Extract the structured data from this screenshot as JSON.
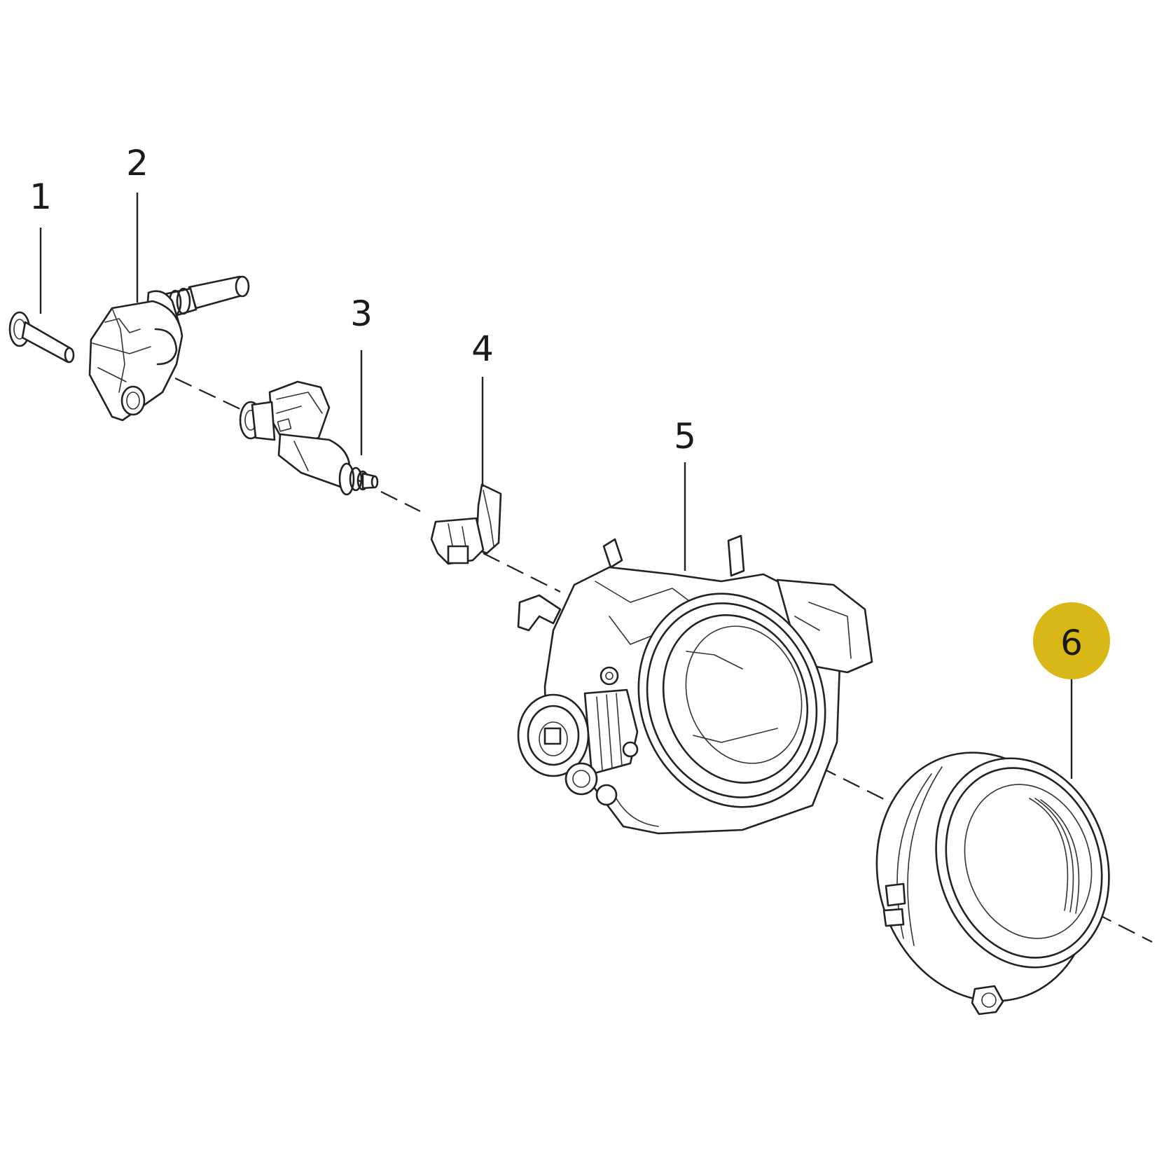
{
  "diagram": {
    "callouts": [
      {
        "id": "1",
        "label": "1",
        "highlighted": false
      },
      {
        "id": "2",
        "label": "2",
        "highlighted": false
      },
      {
        "id": "3",
        "label": "3",
        "highlighted": false
      },
      {
        "id": "4",
        "label": "4",
        "highlighted": false
      },
      {
        "id": "5",
        "label": "5",
        "highlighted": false
      },
      {
        "id": "6",
        "label": "6",
        "highlighted": true
      }
    ],
    "colors": {
      "highlight": "#d8b716",
      "line": "#222222",
      "background": "#ffffff"
    }
  }
}
